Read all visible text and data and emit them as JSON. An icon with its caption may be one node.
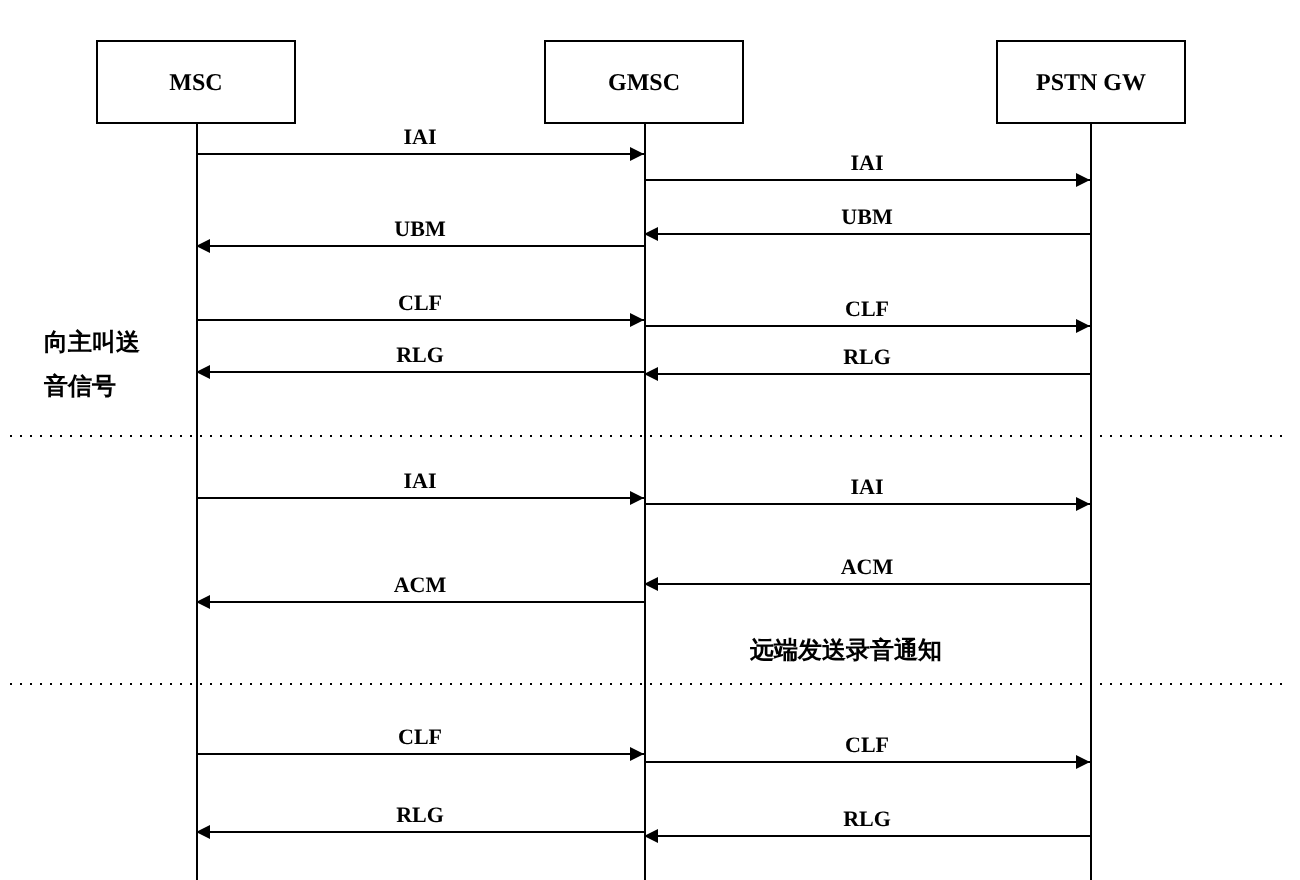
{
  "diagram": {
    "nodes": [
      {
        "text": [
          "MSC"
        ]
      },
      {
        "text": [
          "GMSC"
        ]
      },
      {
        "text": [
          "PSTN GW"
        ]
      }
    ],
    "edges": [
      {
        "from": 0,
        "to": 1,
        "arrow": "to",
        "label": "IAI"
      },
      {
        "from": 1,
        "to": 2,
        "arrow": "to",
        "label": "IAI"
      },
      {
        "from": 2,
        "to": 1,
        "arrow": "to",
        "label": "UBM"
      },
      {
        "from": 1,
        "to": 0,
        "arrow": "to",
        "label": "UBM"
      },
      {
        "from": 0,
        "to": 1,
        "arrow": "to",
        "label": "CLF"
      },
      {
        "from": 1,
        "to": 2,
        "arrow": "to",
        "label": "CLF"
      },
      {
        "from": 1,
        "to": 0,
        "arrow": "to",
        "label": "RLG"
      },
      {
        "from": 2,
        "to": 1,
        "arrow": "to",
        "label": "RLG"
      },
      {
        "from": 0,
        "to": 1,
        "arrow": "to",
        "label": "IAI"
      },
      {
        "from": 1,
        "to": 2,
        "arrow": "to",
        "label": "IAI"
      },
      {
        "from": 2,
        "to": 1,
        "arrow": "to",
        "label": "ACM"
      },
      {
        "from": 1,
        "to": 0,
        "arrow": "to",
        "label": "ACM"
      },
      {
        "from": 0,
        "to": 1,
        "arrow": "to",
        "label": "CLF"
      },
      {
        "from": 1,
        "to": 2,
        "arrow": "to",
        "label": "CLF"
      },
      {
        "from": 1,
        "to": 0,
        "arrow": "to",
        "label": "RLG"
      },
      {
        "from": 2,
        "to": 1,
        "arrow": "to",
        "label": "RLG"
      }
    ],
    "labels": [
      "向主叫送音信号",
      "远端发送录音通知"
    ]
  }
}
